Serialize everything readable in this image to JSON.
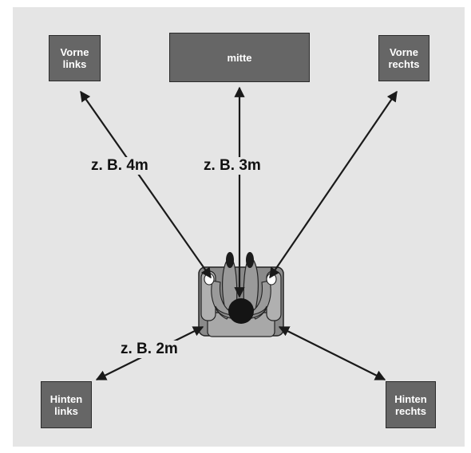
{
  "speakers": {
    "front_left": [
      "Vorne",
      "links"
    ],
    "center": [
      "mitte"
    ],
    "front_right": [
      "Vorne",
      "rechts"
    ],
    "rear_left": [
      "Hinten",
      "links"
    ],
    "rear_right": [
      "Hinten",
      "rechts"
    ]
  },
  "distances": {
    "front": "z. B. 4m",
    "center": "z. B. 3m",
    "rear": "z. B. 2m"
  },
  "colors": {
    "background": "#e5e5e5",
    "speaker_fill": "#666666",
    "arrow": "#1a1a1a"
  }
}
